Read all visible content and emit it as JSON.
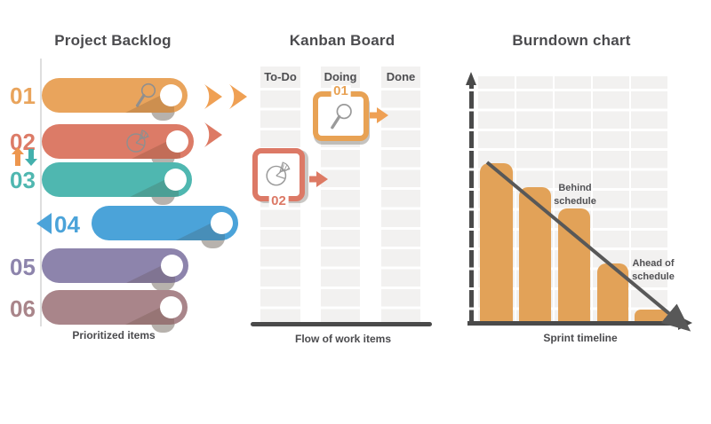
{
  "backlog": {
    "title": "Project Backlog",
    "caption": "Prioritized items",
    "items": [
      {
        "num": "01",
        "color": "#E9A45C",
        "icon": "magnifier-icon"
      },
      {
        "num": "02",
        "color": "#DC7B67",
        "icon": "pie-chart-icon",
        "reorder_arrows": [
          "up",
          "down"
        ]
      },
      {
        "num": "03",
        "color": "#4FB7B0"
      },
      {
        "num": "04",
        "color": "#4BA3D9",
        "marker": "left-arrow"
      },
      {
        "num": "05",
        "color": "#8D84AC"
      },
      {
        "num": "06",
        "color": "#A9858A"
      }
    ]
  },
  "flow_arrows": {
    "count": 3,
    "colors": [
      "#EFA054",
      "#EFA054",
      "#DD7A64"
    ]
  },
  "kanban": {
    "title": "Kanban Board",
    "caption": "Flow of work items",
    "columns": [
      {
        "label": "To-Do"
      },
      {
        "label": "Doing"
      },
      {
        "label": "Done"
      }
    ],
    "cards": [
      {
        "num": "01",
        "column": "Doing",
        "icon": "magnifier-icon",
        "accent": "#E8A254"
      },
      {
        "num": "02",
        "column": "To-Do",
        "icon": "pie-chart-icon",
        "accent": "#DC7966"
      }
    ]
  },
  "burndown": {
    "title": "Burndown chart",
    "caption": "Sprint timeline",
    "annotations": [
      "Behind schedule",
      "Ahead of schedule"
    ],
    "colors": {
      "bar": "#E2A258",
      "axis": "#4A4A4A",
      "panel": "#F2F1F0",
      "gridline": "#FFFFFF",
      "ideal_line": "#585858"
    }
  },
  "chart_data": {
    "type": "bar",
    "title": "Burndown chart",
    "xlabel": "Sprint timeline",
    "ylabel": "",
    "categories": [
      "",
      "",
      "",
      "",
      ""
    ],
    "values": [
      100,
      85,
      72,
      37,
      8
    ],
    "value_units": "percent of initial work remaining (estimated; axes have no tick labels)",
    "overlay_line": {
      "name": "ideal burndown",
      "start": 100,
      "end": 0
    },
    "annotations": [
      {
        "text": "Behind schedule",
        "near_bar": 3
      },
      {
        "text": "Ahead of schedule",
        "near_bar": 5
      }
    ],
    "grid": true,
    "legend": false
  }
}
